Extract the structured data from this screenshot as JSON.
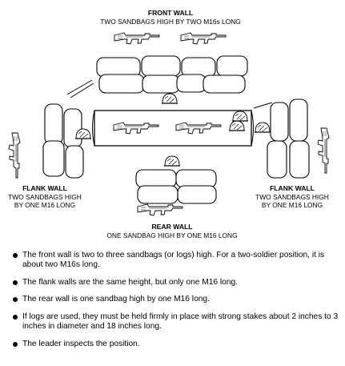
{
  "labels": {
    "front": {
      "title": "FRONT WALL",
      "desc": "TWO SANDBAGS HIGH BY TWO M16s LONG"
    },
    "flank_left": {
      "title": "FLANK WALL",
      "line1": "TWO SANDBAGS HIGH",
      "line2": "BY ONE M16 LONG"
    },
    "flank_right": {
      "title": "FLANK WALL",
      "line1": "TWO SANDBAGS HIGH",
      "line2": "BY ONE M16 LONG"
    },
    "rear": {
      "title": "REAR WALL",
      "desc": "ONE SANDBAG HIGH BY ONE M16 LONG"
    }
  },
  "notes": [
    "The front wall is two to three sandbags (or logs) high.  For a two-soldier position, it is about two M16s long.",
    "The flank walls are the same height, but only one M16 long.",
    "The rear wall is one sandbag high  by one M16 long.",
    "If logs are used, they must be held firmly in place with strong stakes about 2 inches to 3 inches in diameter and 18 inches long.",
    "The leader inspects the position."
  ],
  "icons": [
    "m16-rifle-icon",
    "helmet-icon",
    "sandbag-icon",
    "bullet-icon"
  ]
}
